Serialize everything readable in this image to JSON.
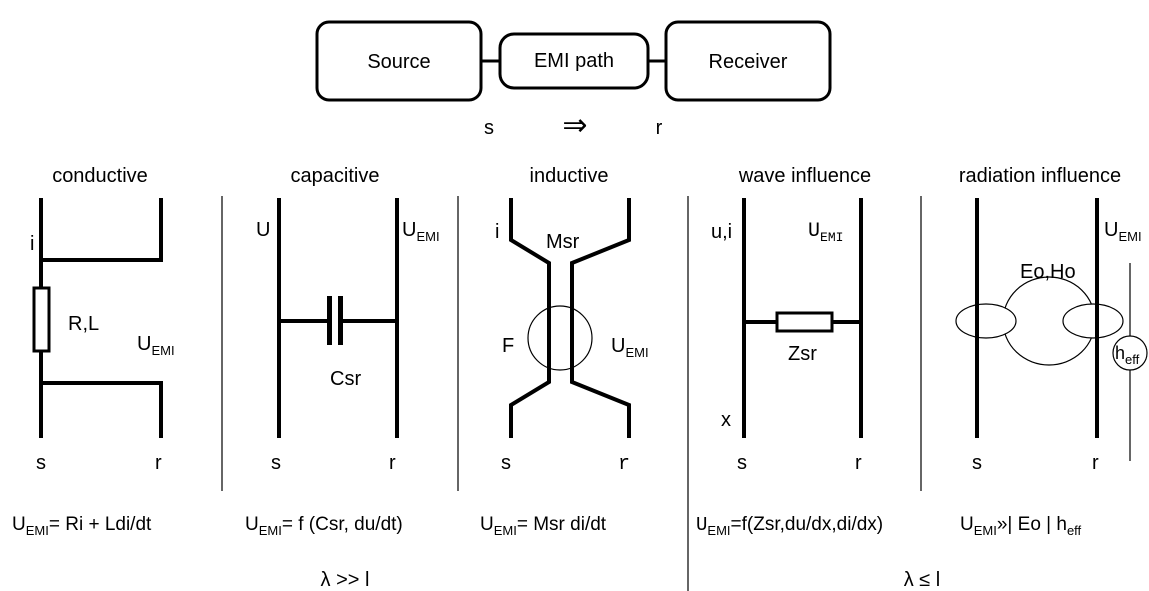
{
  "chain": {
    "source": "Source",
    "path": "EMI path",
    "receiver": "Receiver",
    "from": "s",
    "arrow": "⇒",
    "to": "r"
  },
  "panels": {
    "conductive": {
      "title": "conductive",
      "i": "i",
      "element": "R,L",
      "u_main": "U",
      "u_sub": "EMI",
      "s": "s",
      "r": "r",
      "formula": {
        "u": "U",
        "sub": "EMI",
        "rest": "= Ri + Ldi/dt"
      }
    },
    "capacitive": {
      "title": "capacitive",
      "u_left": "U",
      "u_main": "U",
      "u_sub": "EMI",
      "element": "Csr",
      "s": "s",
      "r": "r",
      "formula": {
        "u": "U",
        "sub": "EMI",
        "rest": "= f (Csr, du/dt)"
      }
    },
    "inductive": {
      "title": "inductive",
      "i": "i",
      "mutual": "Msr",
      "flux": "F",
      "u_main": "U",
      "u_sub": "EMI",
      "s": "s",
      "r": "r",
      "formula": {
        "u": "U",
        "sub": "EMI",
        "rest": "= Msr di/dt"
      }
    },
    "wave": {
      "title": "wave influence",
      "ui": "u,i",
      "u_main": "U",
      "u_sub": "EMI",
      "element": "Zsr",
      "x": "x",
      "s": "s",
      "r": "r",
      "formula": {
        "u": "U",
        "sub": "EMI",
        "rest": "=f(Zsr,du/dx,di/dx)"
      }
    },
    "radiation": {
      "title": "radiation influence",
      "u_main": "U",
      "u_sub": "EMI",
      "field": "Eo,Ho",
      "h_main": "h",
      "h_sub": "eff",
      "s": "s",
      "r": "r",
      "formula": {
        "u": "U",
        "sub": "EMI",
        "rest": "»| Eo | h",
        "h_sub": "eff"
      }
    }
  },
  "conditions": {
    "left": "λ >> l",
    "right": "λ ≤ l"
  }
}
